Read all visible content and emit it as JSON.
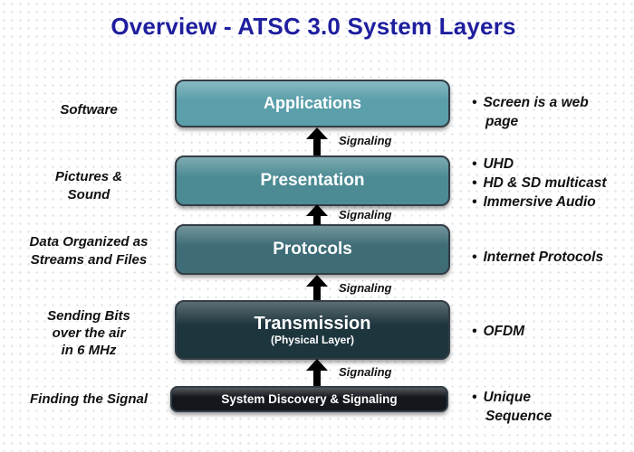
{
  "title": "Overview - ATSC 3.0 System Layers",
  "signaling_label": "Signaling",
  "bullet_char": "•",
  "layers": [
    {
      "label": "Applications",
      "bg": "#5b9faa",
      "left_lines": [
        "Software"
      ],
      "right_bullets": [
        [
          "Screen is a web",
          "page"
        ]
      ]
    },
    {
      "label": "Presentation",
      "bg": "#4d8b94",
      "left_lines": [
        "Pictures &",
        "Sound"
      ],
      "right_bullets": [
        [
          "UHD"
        ],
        [
          "HD & SD multicast"
        ],
        [
          "Immersive Audio"
        ]
      ]
    },
    {
      "label": "Protocols",
      "bg": "#3e6d77",
      "left_lines": [
        "Data Organized as",
        "Streams and Files"
      ],
      "right_bullets": [
        [
          "Internet Protocols"
        ]
      ]
    },
    {
      "label": "Transmission",
      "sublabel": "(Physical Layer)",
      "bg": "#1d353d",
      "left_lines": [
        "Sending Bits",
        "over the air",
        "in 6 MHz"
      ],
      "right_bullets": [
        [
          "OFDM"
        ]
      ]
    },
    {
      "label": "System Discovery & Signaling",
      "bg": "#14181c",
      "left_lines": [
        "Finding the Signal"
      ],
      "right_bullets": [
        [
          "Unique",
          "Sequence"
        ]
      ]
    }
  ],
  "colors": {
    "title_text": "#1e1e9e",
    "layer_applications": "#5b9faa",
    "layer_presentation": "#4d8b94",
    "layer_protocols": "#3e6d77",
    "layer_transmission": "#1d353d",
    "layer_discovery": "#14181c",
    "box_border": "#333d46",
    "arrow": "#000000",
    "side_text": "#111111"
  }
}
